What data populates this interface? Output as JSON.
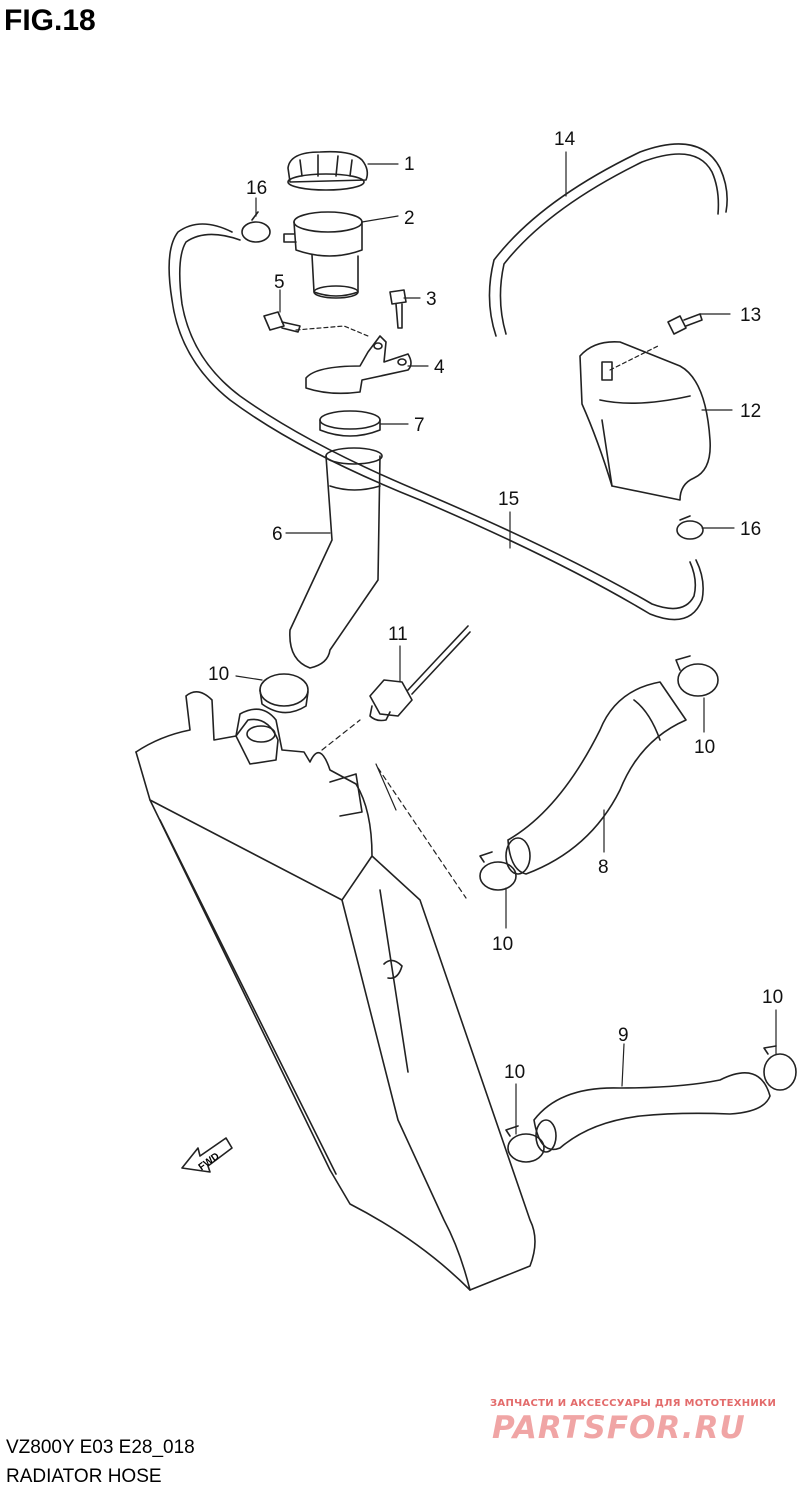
{
  "figure": {
    "title": "FIG.18"
  },
  "callouts": {
    "c1": "1",
    "c2": "2",
    "c3": "3",
    "c4": "4",
    "c5": "5",
    "c6": "6",
    "c7": "7",
    "c8": "8",
    "c9": "9",
    "c10a": "10",
    "c10b": "10",
    "c10c": "10",
    "c10d": "10",
    "c10e": "10",
    "c11": "11",
    "c12": "12",
    "c13": "13",
    "c14": "14",
    "c15": "15",
    "c16a": "16",
    "c16b": "16"
  },
  "arrow": {
    "label": "FWD"
  },
  "caption": {
    "model": "VZ800Y E03 E28_018",
    "section": "RADIATOR HOSE"
  },
  "watermark": {
    "tagline": "ЗАПЧАСТИ И АКСЕССУАРЫ ДЛЯ МОТОТЕХНИКИ",
    "logo": "PARTSFOR.RU"
  },
  "colors": {
    "line": "#222222",
    "watermark": "#e36b6b"
  }
}
